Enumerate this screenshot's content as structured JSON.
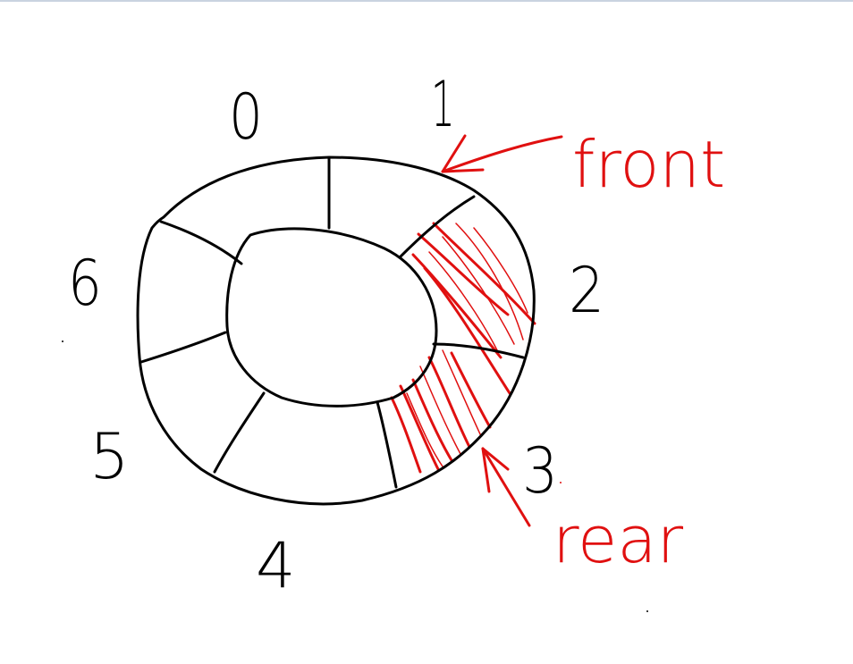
{
  "colors": {
    "ink": "#000000",
    "marker": "#e01010",
    "background": "#ffffff",
    "top_border": "#c9d3e0"
  },
  "slots": [
    {
      "index_label": "0",
      "highlighted": false
    },
    {
      "index_label": "1",
      "highlighted": false
    },
    {
      "index_label": "2",
      "highlighted": true
    },
    {
      "index_label": "3",
      "highlighted": true
    },
    {
      "index_label": "4",
      "highlighted": false
    },
    {
      "index_label": "5",
      "highlighted": false
    },
    {
      "index_label": "6",
      "highlighted": false
    }
  ],
  "annotations": {
    "front": {
      "text": "front",
      "points_to_slot": "1"
    },
    "rear": {
      "text": "rear",
      "points_to_slot": "3"
    }
  }
}
